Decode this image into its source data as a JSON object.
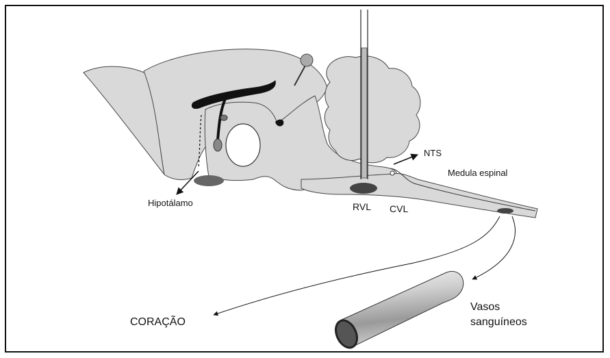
{
  "labels": {
    "hypothalamus": "Hipotálamo",
    "nts": "NTS",
    "spinal_cord": "Medula espinal",
    "rvl": "RVL",
    "cvl": "CVL",
    "heart": "CORAÇÃO",
    "vessels_line1": "Vasos",
    "vessels_line2": "sanguíneos"
  },
  "colors": {
    "tissue_fill": "#d9d9d9",
    "tissue_stroke": "#444444",
    "nucleus_fill": "#444444",
    "hypothal_region_fill": "#666666",
    "frame": "#111111"
  }
}
